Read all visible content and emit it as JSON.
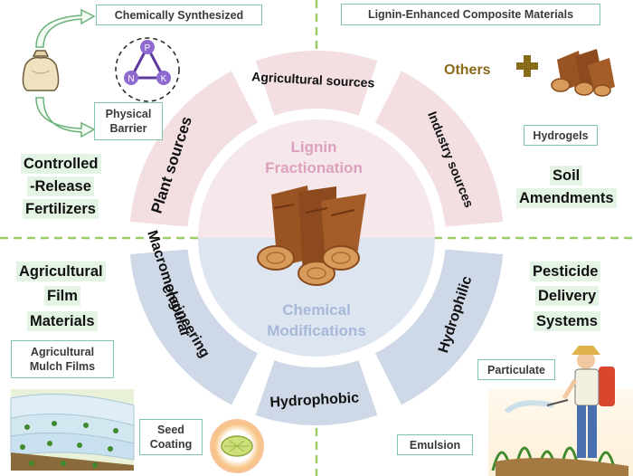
{
  "top_left": {
    "chemically_synthesized": "Chemically Synthesized",
    "physical_barrier": [
      "Physical",
      "Barrier"
    ],
    "npk_letters": [
      "P",
      "N",
      "K"
    ],
    "controlled_release": [
      "Controlled",
      "-Release",
      "Fertilizers"
    ]
  },
  "top_right": {
    "composite_materials": "Lignin-Enhanced Composite Materials",
    "others": "Others",
    "hydrogels": "Hydrogels",
    "soil_amendments": [
      "Soil",
      "Amendments"
    ]
  },
  "bottom_left": {
    "film_materials": [
      "Agricultural",
      "Film",
      "Materials"
    ],
    "mulch_films": [
      "Agricultural",
      "Mulch Films"
    ],
    "seed_coating": [
      "Seed",
      "Coating"
    ]
  },
  "bottom_right": {
    "pesticide_systems": [
      "Pesticide",
      "Delivery",
      "Systems"
    ],
    "particulate": "Particulate",
    "emulsion": "Emulsion"
  },
  "center": {
    "fractionation": [
      "Lignin",
      "Fractionation"
    ],
    "modifications": [
      "Chemical",
      "Modifications"
    ]
  },
  "segments": {
    "plant_sources": "Plant sources",
    "agricultural_sources": "Agricultural sources",
    "industry_sources": "Industry sources",
    "macromolecular": [
      "Macromolecular",
      "engineering"
    ],
    "hydrophobic": "Hydrophobic",
    "hydrophilic": "Hydrophilic"
  },
  "colors": {
    "pink_segment": "#f3dfe2",
    "pink_inner": "#f6e8ea",
    "blue_segment": "#cfd8e7",
    "blue_inner": "#dde5f1",
    "box_border": "#7fc7a4",
    "highlight": "#e3f4e4",
    "divider": "#9ccc65",
    "others_gold": "#8a6a1a"
  }
}
